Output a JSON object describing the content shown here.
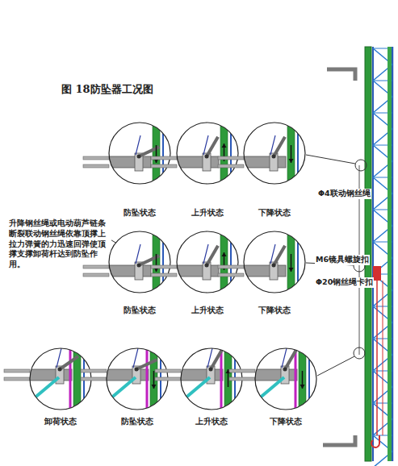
{
  "diagram": {
    "title": "图 18防坠器工况图",
    "nodes": [
      {
        "text": [
          "防坠状态"
        ]
      },
      {
        "text": [
          "上升状态"
        ]
      },
      {
        "text": [
          "下降状态"
        ]
      },
      {
        "text": [
          "防坠状态"
        ]
      },
      {
        "text": [
          "上升状态"
        ]
      },
      {
        "text": [
          "下降状态"
        ]
      },
      {
        "text": [
          "卸荷状态"
        ]
      },
      {
        "text": [
          "防坠状态"
        ]
      },
      {
        "text": [
          "上升状态"
        ]
      },
      {
        "text": [
          "下降状态"
        ]
      }
    ],
    "labels": [
      "升降钢丝绳或电动葫芦链条断裂联动钢丝绳依靠顶撑上拉力弹簧的力迅速回弹使顶撑支撑卸荷杆达到防坠作用。",
      "Φ4联动钢丝绳",
      "M6镜具螺旋扣",
      "Φ20钢丝绳卡扣"
    ]
  }
}
